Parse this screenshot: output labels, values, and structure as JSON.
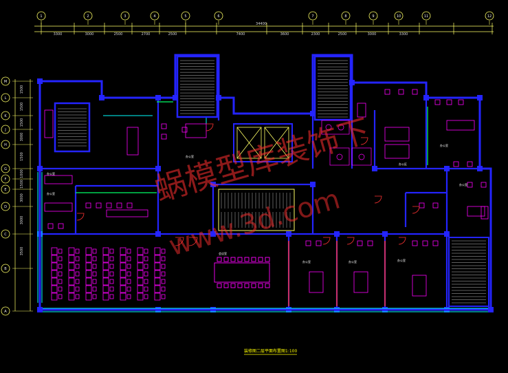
{
  "drawing": {
    "title": "装修图二层平面布置图",
    "title_scale": "1:100",
    "watermark_cn": "蜗模型库装饰下",
    "watermark_url": "www.3d.com",
    "colors": {
      "background": "#000000",
      "wall": "#2424ff",
      "wall_fill": "#1a1aff",
      "furniture": "#ff00ff",
      "dimension": "#ffff66",
      "window": "#00ffff",
      "glass": "#00ff66",
      "door": "#ff3333",
      "stair": "#bbbbbb",
      "watermark": "#ff3030"
    }
  },
  "top_dimensions": {
    "total": "34400",
    "segments": [
      "3300",
      "3000",
      "2500",
      "2700",
      "2500",
      "7400",
      "3600",
      "2300",
      "2500",
      "3000",
      "3300"
    ]
  },
  "left_dimensions": {
    "segments": [
      "1500",
      "1500",
      "1500",
      "3000",
      "1500",
      "1000",
      "1500",
      "3000",
      "3000",
      "3500"
    ]
  },
  "grid_axes_top": [
    "1",
    "2",
    "3",
    "4",
    "5",
    "6",
    "7",
    "8",
    "9",
    "10",
    "11",
    "12"
  ],
  "grid_axes_left": [
    "M",
    "L",
    "K",
    "J",
    "H",
    "G",
    "F",
    "E",
    "D",
    "C",
    "B",
    "A"
  ],
  "rooms": [
    {
      "id": "r1",
      "label": "办公室"
    },
    {
      "id": "r2",
      "label": "办公室"
    },
    {
      "id": "r3",
      "label": "会议室"
    },
    {
      "id": "r4",
      "label": "办公室"
    },
    {
      "id": "r5",
      "label": "办公室"
    },
    {
      "id": "r6",
      "label": "办公室"
    },
    {
      "id": "r7",
      "label": "办公室"
    },
    {
      "id": "r8",
      "label": "办公室"
    },
    {
      "id": "r9",
      "label": "办公室"
    },
    {
      "id": "r10",
      "label": "办公区"
    }
  ]
}
